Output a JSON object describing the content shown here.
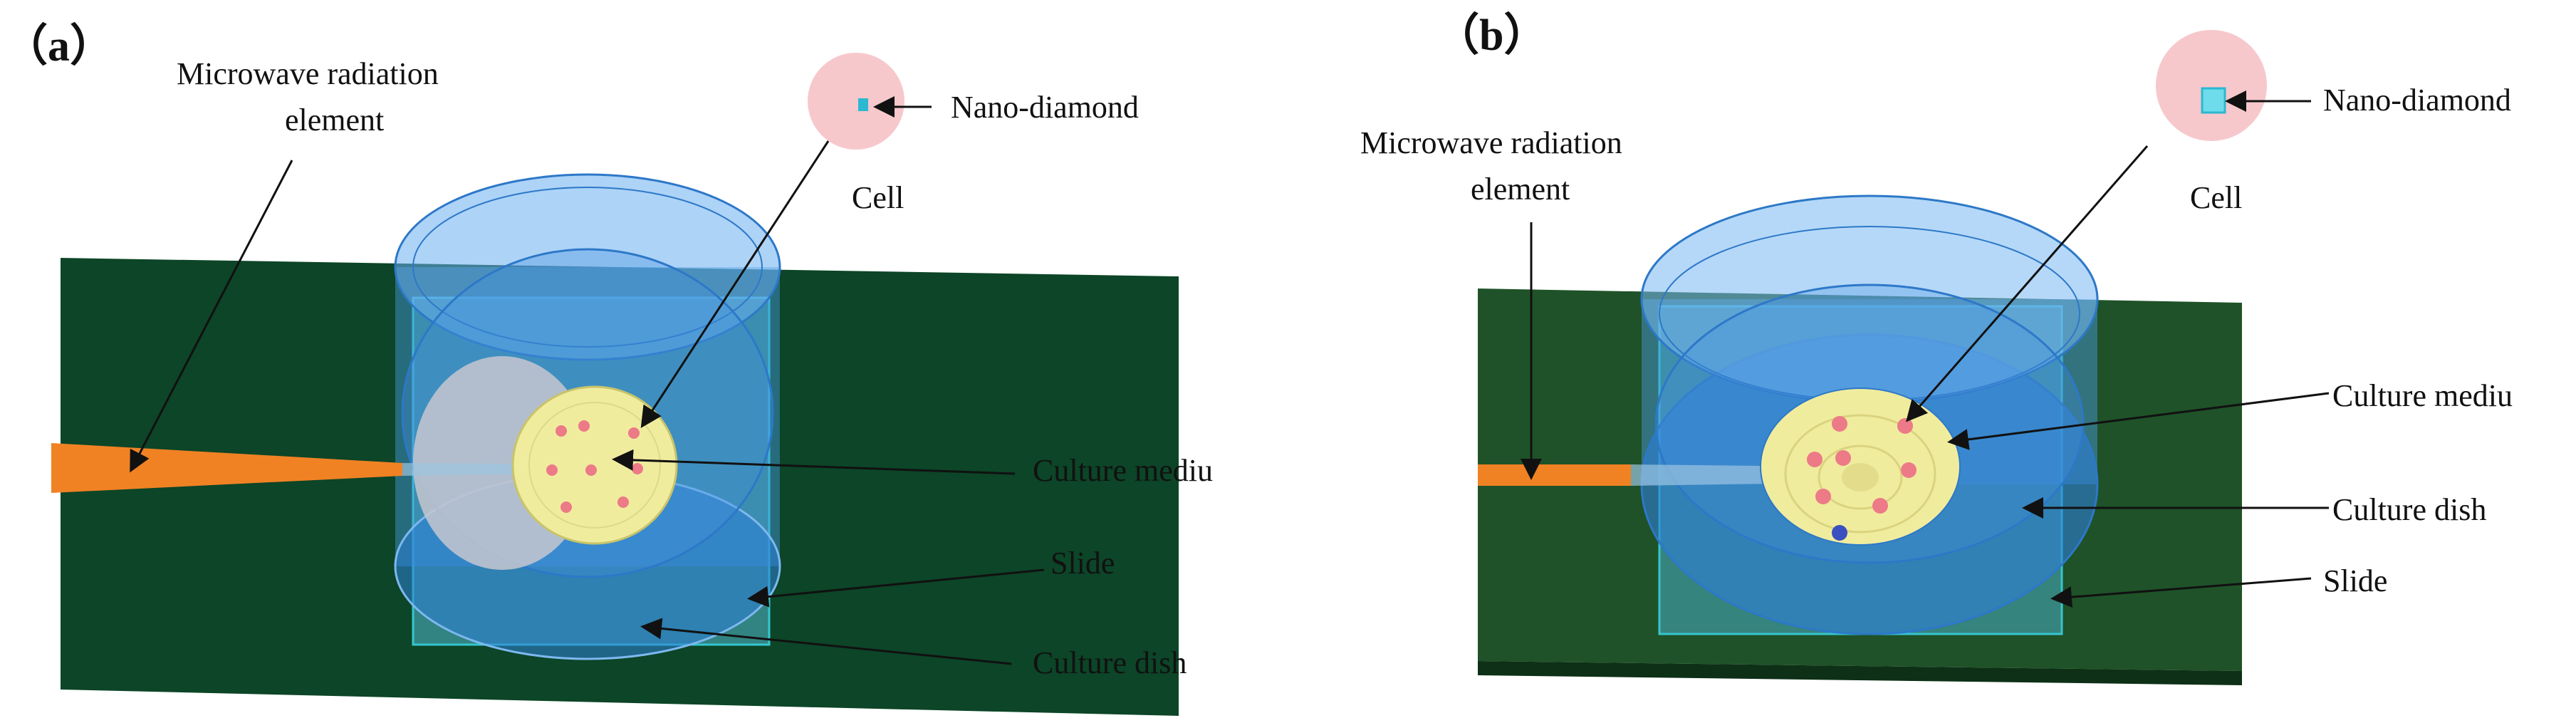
{
  "panels": [
    {
      "id": "a",
      "label": "（a）",
      "annotations": {
        "microwave_line1": "Microwave radiation",
        "microwave_line2": "element",
        "nano_diamond": "Nano-diamond",
        "cell": "Cell",
        "culture_medium": "Culture mediu",
        "slide": "Slide",
        "culture_dish": "Culture dish"
      }
    },
    {
      "id": "b",
      "label": "（b）",
      "annotations": {
        "microwave_line1": "Microwave radiation",
        "microwave_line2": "element",
        "nano_diamond": "Nano-diamond",
        "cell": "Cell",
        "culture_medium": "Culture mediu",
        "culture_dish": "Culture dish",
        "slide": "Slide"
      }
    }
  ],
  "colors": {
    "board": "#0c4527",
    "board_b": "#1f5228",
    "microwave_element": "#f08224",
    "dish": "#4a9be6",
    "slide": "#3e9aa2",
    "medium": "#f0ec9e",
    "cell_dot": "#ec7a87",
    "cell_sphere": "#f6c8cc",
    "nano_diamond": "#2bb8d0"
  }
}
